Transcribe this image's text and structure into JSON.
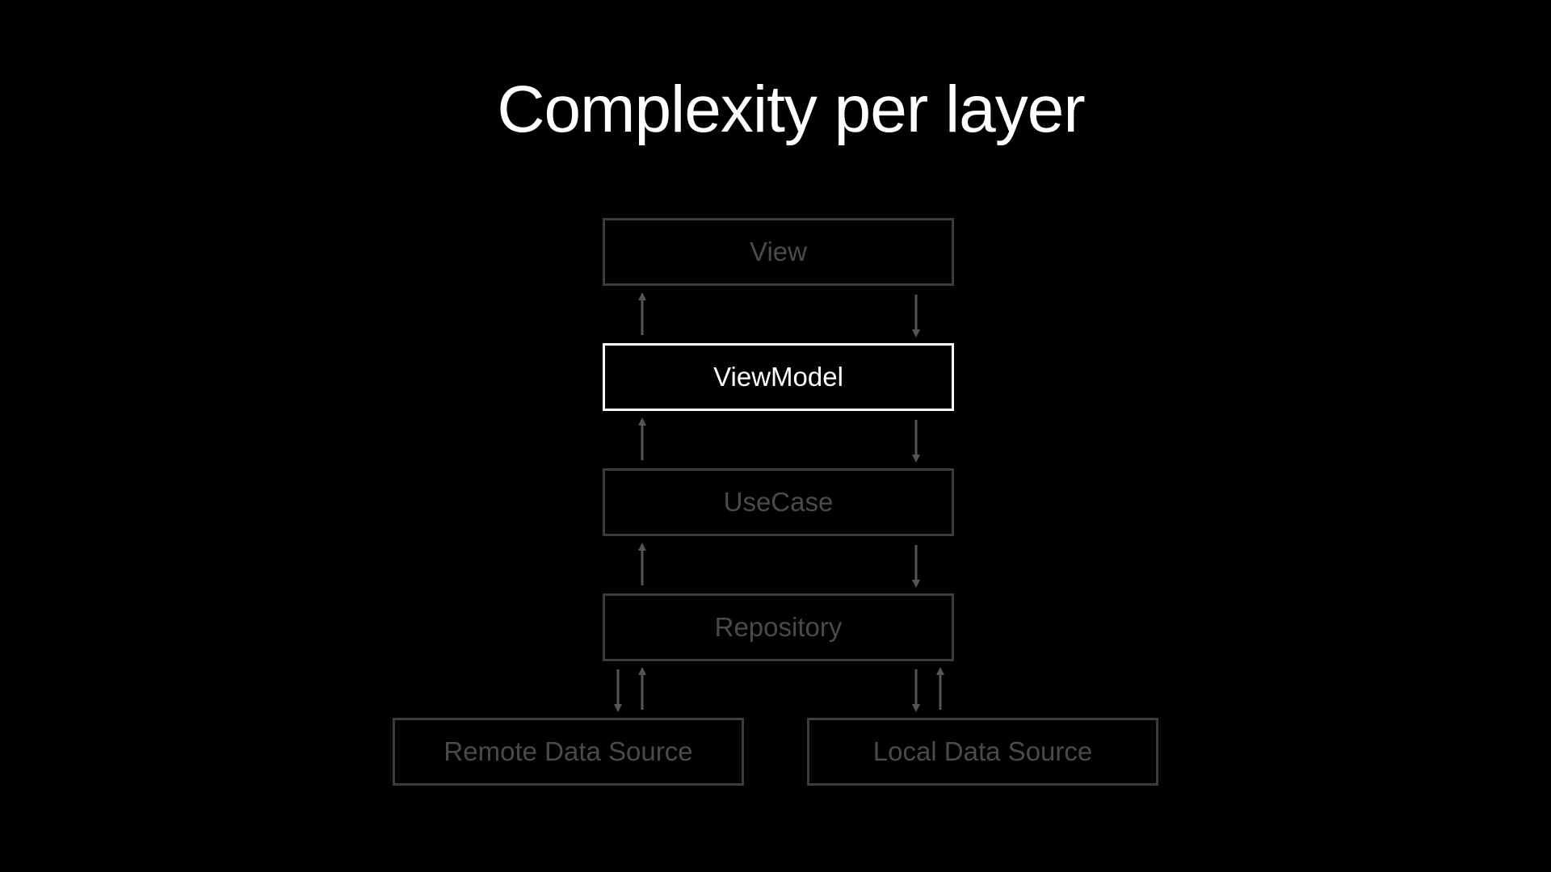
{
  "slide": {
    "title": "Complexity per layer"
  },
  "layers": {
    "view": "View",
    "viewmodel": "ViewModel",
    "usecase": "UseCase",
    "repository": "Repository",
    "remote_data_source": "Remote Data Source",
    "local_data_source": "Local Data Source"
  },
  "highlighted_layer": "ViewModel",
  "colors": {
    "background": "#000000",
    "title": "#ffffff",
    "highlight": "#ffffff",
    "dimmed_border": "#3c3c3c",
    "dimmed_text": "#4a4a4a",
    "arrow": "#555555"
  }
}
